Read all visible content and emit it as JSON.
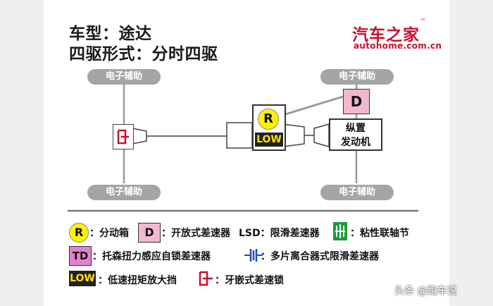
{
  "header": {
    "model_line": "车型：途达",
    "drive_line": "四驱形式：分时四驱",
    "logo_main": "汽车之家",
    "logo_sub": "autohome.com.cn"
  },
  "diagram": {
    "tires": {
      "front_left": "电子辅助",
      "rear_left": "电子辅助",
      "front_right": "电子辅助",
      "rear_right": "电子辅助"
    },
    "engine": {
      "line1": "纵置",
      "line2": "发动机"
    },
    "transfer_case": {
      "r_label": "R",
      "low_label": "LOW"
    },
    "rear_diff_label": "D"
  },
  "legend": {
    "r_symbol": "R",
    "r_text": "：分动箱",
    "d_symbol": "D",
    "d_text": "：开放式差速器",
    "lsd_text": "LSD：限滑差速器",
    "viscous_text": "：粘性联轴节",
    "td_symbol": "TD",
    "td_text": "：托森扭力感应自锁差速器",
    "multiplate_text": "：多片离合器式限滑差速器",
    "low_symbol": "LOW",
    "low_text": "：低速扭矩放大挡",
    "locker_text": "：牙嵌式差速锁"
  },
  "watermark": "头条 @跑车说",
  "colors": {
    "accent_red": "#c8102e",
    "tire_gray": "#a5a5a5",
    "yellow": "#fff200",
    "pink": "#f2b8d0",
    "magenta": "#e67fd0",
    "viscous_green": "#1e9b3a"
  }
}
